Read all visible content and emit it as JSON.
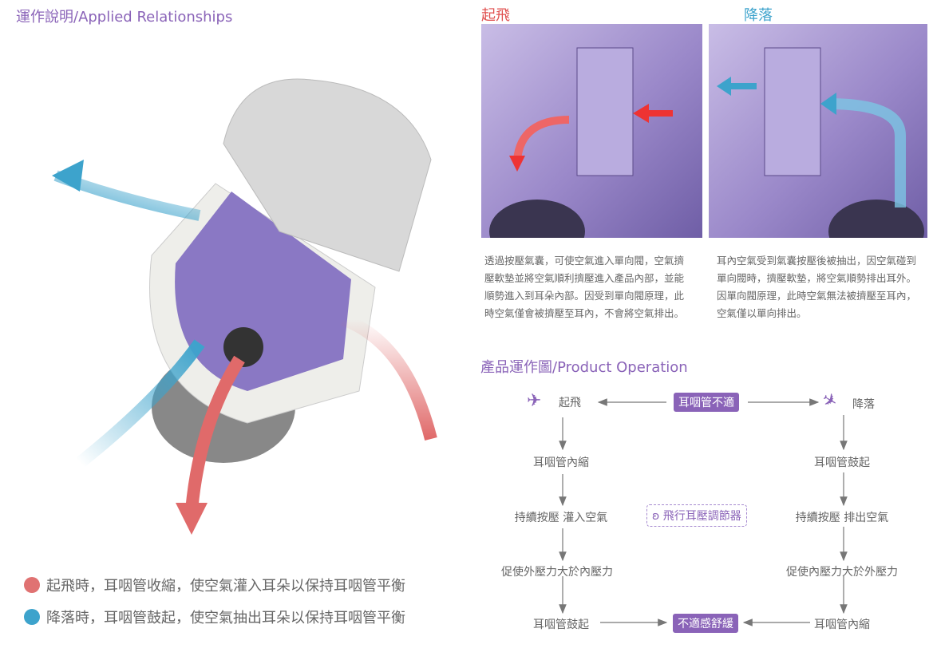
{
  "left": {
    "title": "運作說明/Applied Relationships",
    "legend": [
      {
        "text": "起飛時，耳咽管收縮，使空氣灌入耳朵以保持耳咽管平衡",
        "color": "#e07272"
      },
      {
        "text": "降落時，耳咽管鼓起，使空氣抽出耳朵以保持耳咽管平衡",
        "color": "#3da3cc"
      }
    ]
  },
  "takeoff": {
    "label": "起飛",
    "color": "#e0504f",
    "desc": "透過按壓氣囊，可使空氣進入單向閥，空氣擠壓軟墊並將空氣順利擠壓進入產品內部，並能順勢進入到耳朵內部。因受到單向閥原理，此時空氣僅會被擠壓至耳內，不會將空氣排出。"
  },
  "landing": {
    "label": "降落",
    "color": "#3da3cc",
    "desc": "耳內空氣受到氣囊按壓後被抽出，因空氣碰到單向閥時，擠壓軟墊，將空氣順勢排出耳外。因單向閥原理，此時空氣無法被擠壓至耳內，空氣僅以單向排出。"
  },
  "flow": {
    "title": "產品運作圖/Product Operation",
    "top": "耳咽管不適",
    "bottom": "不適感舒緩",
    "center": "飛行耳壓調節器",
    "left": [
      "起飛",
      "耳咽管內縮",
      "持續按壓 灌入空氣",
      "促使外壓力大於內壓力",
      "耳咽管鼓起"
    ],
    "right": [
      "降落",
      "耳咽管鼓起",
      "持續按壓 排出空氣",
      "促使內壓力大於外壓力",
      "耳咽管內縮"
    ]
  }
}
